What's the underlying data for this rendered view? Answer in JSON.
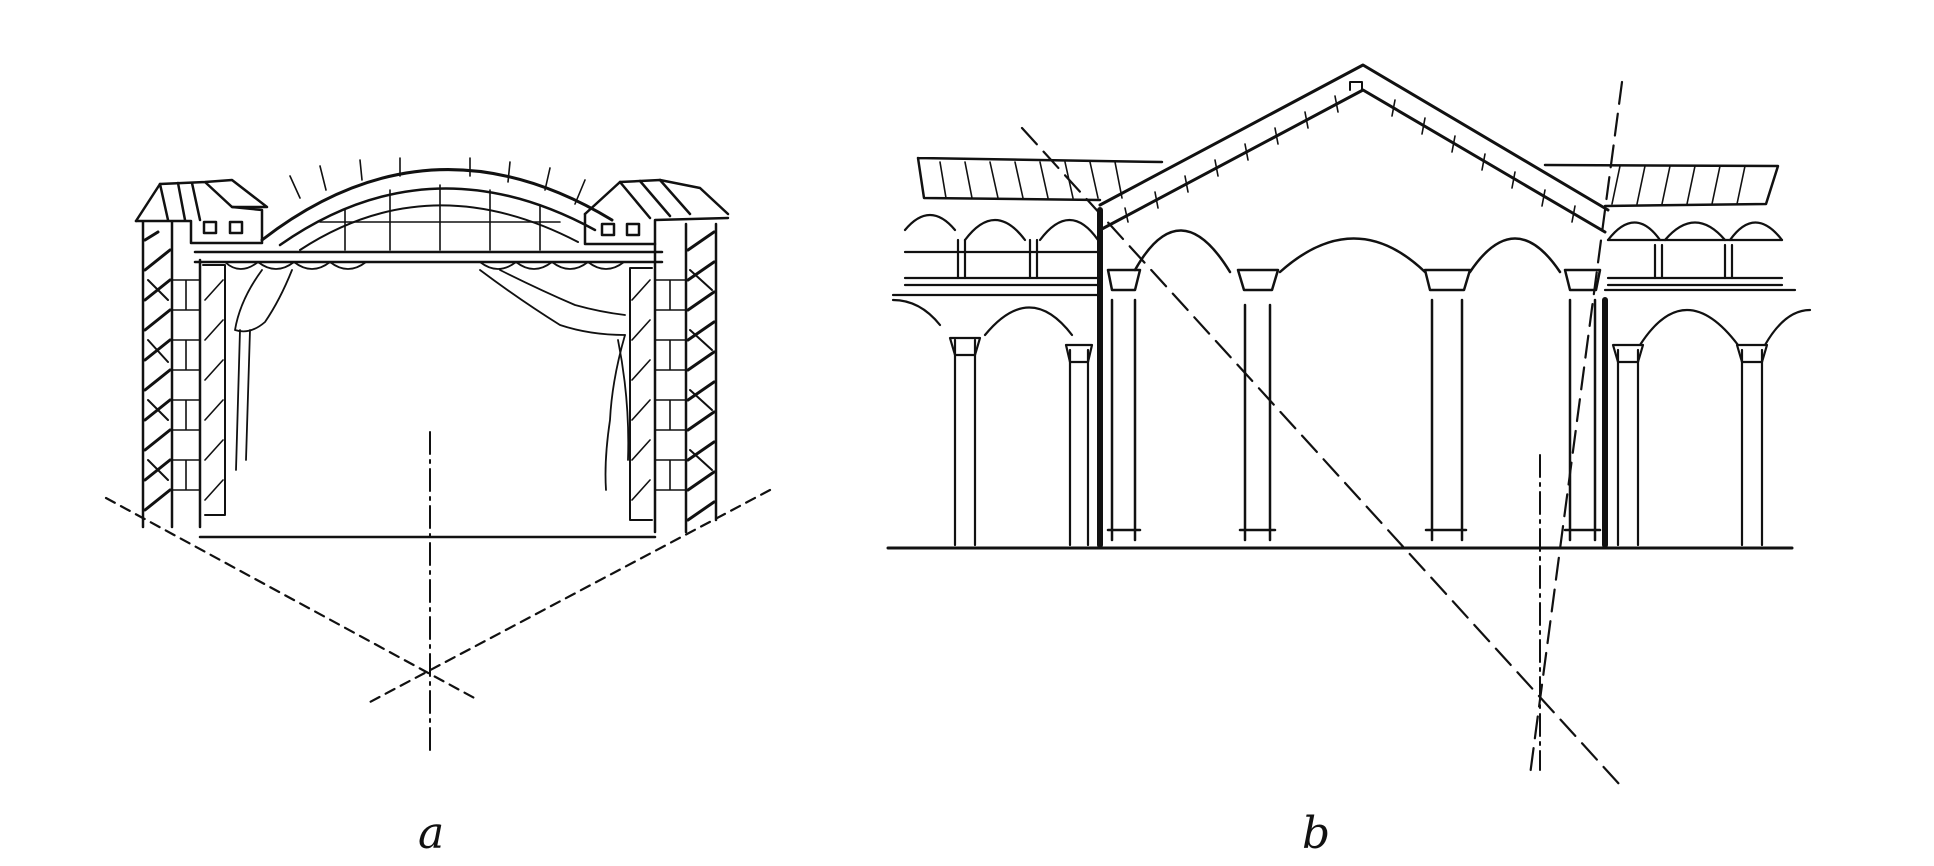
{
  "figure": {
    "panels": [
      {
        "id": "a",
        "label": "a"
      },
      {
        "id": "b",
        "label": "b"
      }
    ],
    "ink_color": "#111111"
  }
}
